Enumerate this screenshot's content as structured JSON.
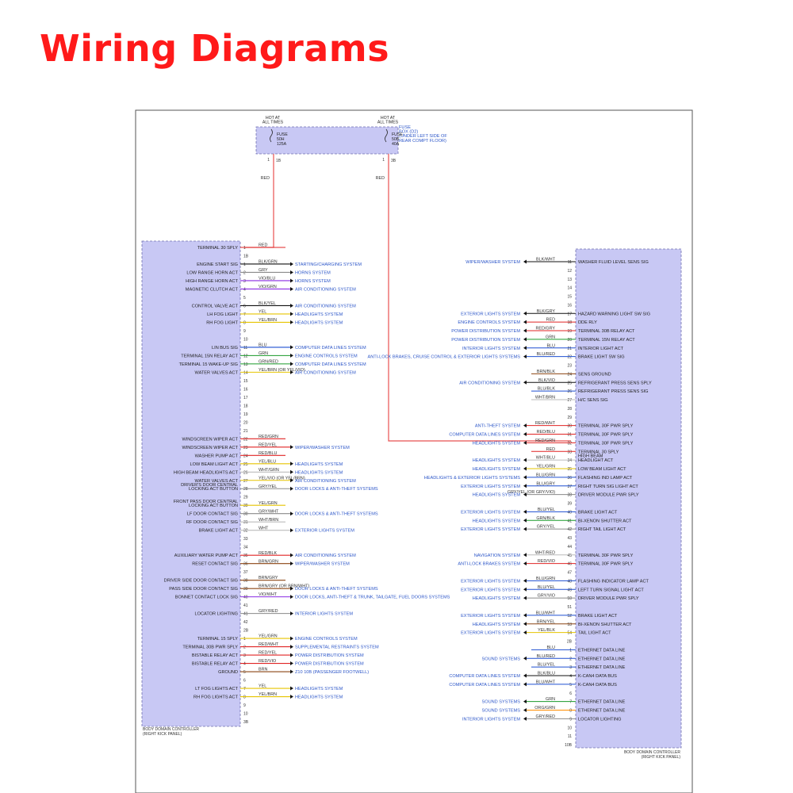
{
  "title": "Wiring Diagrams",
  "colors": {
    "title": "#ff1a1a",
    "module_fill": "#c8c8f4",
    "module_border": "#7070b0",
    "system_text": "#2b55c8",
    "power_wire": "#e85050"
  },
  "fuse_box": {
    "label": [
      "FUSE",
      "BOX (D2)",
      "(UNDER LEFT SIDE OF",
      "REAR COMPT FLOOR)"
    ],
    "fuses": [
      {
        "hot": [
          "HOT AT",
          "ALL TIMES"
        ],
        "label": [
          "FUSE",
          "50H",
          "125A"
        ],
        "pin": "1",
        "conn": "1B",
        "wire_color": "RED"
      },
      {
        "hot": [
          "HOT AT",
          "ALL TIMES"
        ],
        "label": [
          "FUSE",
          "50B",
          "40A"
        ],
        "pin": "1",
        "conn": "3B",
        "wire_color": "RED"
      }
    ]
  },
  "left_module": {
    "name": [
      "BODY DOMAIN CONTROLLER",
      "(RIGHT KICK PANEL)"
    ],
    "rows": [
      {
        "pin": "1",
        "signal": [
          "TERMINAL 30 SPLY"
        ],
        "wire": "RED",
        "system": ""
      },
      {
        "pin": "1B",
        "signal": [],
        "wire": "",
        "system": ""
      },
      {
        "pin": "1",
        "signal": [
          "ENGINE START SIG"
        ],
        "wire": "BLK/GRN",
        "system": "STARTING/CHARGING SYSTEM"
      },
      {
        "pin": "2",
        "signal": [
          "LOW RANGE HORN ACT"
        ],
        "wire": "GRY",
        "system": "HORNS SYSTEM"
      },
      {
        "pin": "3",
        "signal": [
          "HIGH RANGE HORN ACT"
        ],
        "wire": "VIO/BLU",
        "system": "HORNS SYSTEM"
      },
      {
        "pin": "4",
        "signal": [
          "MAGNETIC CLUTCH ACT"
        ],
        "wire": "VIO/GRN",
        "system": "AIR CONDITIONING SYSTEM"
      },
      {
        "pin": "5",
        "signal": [],
        "wire": "",
        "system": ""
      },
      {
        "pin": "6",
        "signal": [
          "CONTROL VALVE ACT"
        ],
        "wire": "BLK/YEL",
        "system": "AIR CONDITIONING SYSTEM"
      },
      {
        "pin": "7",
        "signal": [
          "LH FOG LIGHT"
        ],
        "wire": "YEL",
        "system": "HEADLIGHTS SYSTEM"
      },
      {
        "pin": "8",
        "signal": [
          "RH FOG LIGHT"
        ],
        "wire": "YEL/BRN",
        "system": "HEADLIGHTS SYSTEM"
      },
      {
        "pin": "9",
        "signal": [],
        "wire": "",
        "system": ""
      },
      {
        "pin": "10",
        "signal": [],
        "wire": "",
        "system": ""
      },
      {
        "pin": "11",
        "signal": [
          "LIN BUS SIG"
        ],
        "wire": "BLU",
        "system": "COMPUTER DATA LINES SYSTEM"
      },
      {
        "pin": "12",
        "signal": [
          "TERMINAL 15N RELAY ACT"
        ],
        "wire": "GRN",
        "system": "ENGINE CONTROLS SYSTEM"
      },
      {
        "pin": "13",
        "signal": [
          "TERMINAL 15 WAKE-UP SIG"
        ],
        "wire": "GRN/RED",
        "system": "COMPUTER DATA LINES SYSTEM"
      },
      {
        "pin": "14",
        "signal": [
          "WATER VALVES ACT"
        ],
        "wire": "YEL/BRN (OR YEL/VIO)",
        "system": "AIR CONDITIONING SYSTEM"
      },
      {
        "pin": "15",
        "signal": [],
        "wire": "",
        "system": ""
      },
      {
        "pin": "16",
        "signal": [],
        "wire": "",
        "system": ""
      },
      {
        "pin": "17",
        "signal": [],
        "wire": "",
        "system": ""
      },
      {
        "pin": "18",
        "signal": [],
        "wire": "",
        "system": ""
      },
      {
        "pin": "19",
        "signal": [],
        "wire": "",
        "system": ""
      },
      {
        "pin": "20",
        "signal": [],
        "wire": "",
        "system": ""
      },
      {
        "pin": "21",
        "signal": [],
        "wire": "",
        "system": ""
      },
      {
        "pin": "22",
        "signal": [
          "WINDSCREEN WIPER ACT"
        ],
        "wire": "RED/GRN",
        "system": ""
      },
      {
        "pin": "23",
        "signal": [
          "WINDSCREEN WIPER ACT"
        ],
        "wire": "RED/YEL",
        "system": "WIPER/WASHER SYSTEM"
      },
      {
        "pin": "24",
        "signal": [
          "WASHER PUMP ACT"
        ],
        "wire": "RED/BLU",
        "system": ""
      },
      {
        "pin": "25",
        "signal": [
          "LOW BEAM LIGHT ACT"
        ],
        "wire": "YEL/BLU",
        "system": "HEADLIGHTS SYSTEM"
      },
      {
        "pin": "26",
        "signal": [
          "HIGH BEAM HEADLIGHTS ACT"
        ],
        "wire": "WHT/GRN",
        "system": "HEADLIGHTS SYSTEM"
      },
      {
        "pin": "27",
        "signal": [
          "WATER VALVES ACT"
        ],
        "wire": "YEL/VIO (OR YEL/BRN)",
        "system": "AIR CONDITIONING SYSTEM"
      },
      {
        "pin": "28",
        "signal": [
          "DRIVER'S DOOR CENTRAL",
          "LOCKING ACT BUTTON"
        ],
        "wire": "GRY/YEL",
        "system": "DOOR LOCKS & ANTI-THEFT SYSTEMS"
      },
      {
        "pin": "29",
        "signal": [],
        "wire": "",
        "system": ""
      },
      {
        "pin": "39",
        "signal": [
          "FRONT PASS DOOR CENTRAL",
          "LOCKING ACT BUTTON"
        ],
        "wire": "YEL/GRN",
        "system": ""
      },
      {
        "pin": "30",
        "signal": [
          "LF DOOR CONTACT SIG"
        ],
        "wire": "GRY/WHT",
        "system": "DOOR LOCKS & ANTI-THEFT SYSTEMS"
      },
      {
        "pin": "31",
        "signal": [
          "RF DOOR CONTACT SIG"
        ],
        "wire": "WHT/BRN",
        "system": ""
      },
      {
        "pin": "32",
        "signal": [
          "BRAKE LIGHT ACT"
        ],
        "wire": "WHT",
        "system": "EXTERIOR LIGHTS SYSTEM"
      },
      {
        "pin": "33",
        "signal": [],
        "wire": "",
        "system": ""
      },
      {
        "pin": "34",
        "signal": [],
        "wire": "",
        "system": ""
      },
      {
        "pin": "35",
        "signal": [
          "AUXILIARY WATER PUMP ACT"
        ],
        "wire": "RED/BLK",
        "system": "AIR CONDITIONING SYSTEM"
      },
      {
        "pin": "36",
        "signal": [
          "RESET CONTACT SIG"
        ],
        "wire": "BRN/GRN",
        "system": "WIPER/WASHER SYSTEM"
      },
      {
        "pin": "37",
        "signal": [],
        "wire": "",
        "system": ""
      },
      {
        "pin": "38",
        "signal": [
          "DRIVER SIDE DOOR CONTACT SIG"
        ],
        "wire": "BRN/GRY",
        "system": ""
      },
      {
        "pin": "39",
        "signal": [
          "PASS SIDE DOOR CONTACT SIG"
        ],
        "wire": "BRN/GRY (OR BRN/WHT)",
        "system": "DOOR LOCKS & ANTI-THEFT SYSTEMS"
      },
      {
        "pin": "40",
        "signal": [
          "BONNET CONTACT LOCK SIG"
        ],
        "wire": "VIO/WHT",
        "system": "DOOR LOCKS, ANTI-THEFT & TRUNK, TAILGATE, FUEL DOORS SYSTEMS"
      },
      {
        "pin": "41",
        "signal": [],
        "wire": "",
        "system": ""
      },
      {
        "pin": "41",
        "signal": [
          "LOCATOR LIGHTING"
        ],
        "wire": "GRY/RED",
        "system": "INTERIOR LIGHTS SYSTEM"
      },
      {
        "pin": "42",
        "signal": [],
        "wire": "",
        "system": ""
      },
      {
        "pin": "2B",
        "signal": [],
        "wire": "",
        "system": ""
      },
      {
        "pin": "1",
        "signal": [
          "TERMINAL 15 SPLY"
        ],
        "wire": "YEL/GRN",
        "system": "ENGINE CONTROLS SYSTEM"
      },
      {
        "pin": "2",
        "signal": [
          "TERMINAL 30B PWR SPLY"
        ],
        "wire": "RED/WHT",
        "system": "SUPPLEMENTAL RESTRAINTS SYSTEM"
      },
      {
        "pin": "3",
        "signal": [
          "BISTABLE RELAY ACT"
        ],
        "wire": "RED/YEL",
        "system": "POWER DISTRIBUTION SYSTEM"
      },
      {
        "pin": "4",
        "signal": [
          "BISTABLE RELAY ACT"
        ],
        "wire": "RED/VIO",
        "system": "POWER DISTRIBUTION SYSTEM"
      },
      {
        "pin": "5",
        "signal": [
          "GROUND"
        ],
        "wire": "BRN",
        "system": "Z10 10B (PASSENGER FOOTWELL)"
      },
      {
        "pin": "6",
        "signal": [],
        "wire": "",
        "system": ""
      },
      {
        "pin": "7",
        "signal": [
          "LT FOG LIGHTS ACT"
        ],
        "wire": "YEL",
        "system": "HEADLIGHTS SYSTEM"
      },
      {
        "pin": "8",
        "signal": [
          "RH FOG LIGHTS ACT"
        ],
        "wire": "YEL/BRN",
        "system": "HEADLIGHTS SYSTEM"
      },
      {
        "pin": "9",
        "signal": [],
        "wire": "",
        "system": ""
      },
      {
        "pin": "10",
        "signal": [],
        "wire": "",
        "system": ""
      },
      {
        "pin": "3B",
        "signal": [],
        "wire": "",
        "system": ""
      }
    ]
  },
  "right_module": {
    "name": [
      "BODY DOMAIN CONTROLLER",
      "(RIGHT KICK PANEL)"
    ],
    "rows": [
      {
        "pin": "11",
        "signal": [
          "WASHER FLUID LEVEL SENS SIG"
        ],
        "wire": "BLK/WHT",
        "system": "WIPER/WASHER SYSTEM"
      },
      {
        "pin": "12",
        "signal": [],
        "wire": "",
        "system": ""
      },
      {
        "pin": "13",
        "signal": [],
        "wire": "",
        "system": ""
      },
      {
        "pin": "14",
        "signal": [],
        "wire": "",
        "system": ""
      },
      {
        "pin": "15",
        "signal": [],
        "wire": "",
        "system": ""
      },
      {
        "pin": "16",
        "signal": [],
        "wire": "",
        "system": ""
      },
      {
        "pin": "17",
        "signal": [
          "HAZARD WARNING LIGHT SW SIG"
        ],
        "wire": "BLK/GRY",
        "system": "EXTERIOR LIGHTS SYSTEM"
      },
      {
        "pin": "18",
        "signal": [
          "DDE RLY"
        ],
        "wire": "RED",
        "system": "ENGINE CONTROLS SYSTEM"
      },
      {
        "pin": "19",
        "signal": [
          "TERMINAL 30B RELAY ACT"
        ],
        "wire": "RED/GRY",
        "system": "POWER DISTRIBUTION SYSTEM"
      },
      {
        "pin": "20",
        "signal": [
          "TERMINAL 15N RELAY ACT"
        ],
        "wire": "GRN",
        "system": "POWER DISTRIBUTION SYSTEM"
      },
      {
        "pin": "21",
        "signal": [
          "INTERIOR LIGHT ACT"
        ],
        "wire": "BLU",
        "system": "INTERIOR LIGHTS SYSTEM"
      },
      {
        "pin": "22",
        "signal": [
          "BRAKE LIGHT SW SIG"
        ],
        "wire": "BLU/RED",
        "system": "ANTI-LOCK BRAKES, CRUISE CONTROL & EXTERIOR LIGHTS SYSTEMS"
      },
      {
        "pin": "23",
        "signal": [],
        "wire": "",
        "system": ""
      },
      {
        "pin": "24",
        "signal": [
          "SENS GROUND"
        ],
        "wire": "BRN/BLK",
        "system": ""
      },
      {
        "pin": "25",
        "signal": [
          "REFRIGERANT PRESS SENS SPLY"
        ],
        "wire": "BLK/VIO",
        "system": "AIR CONDITIONING SYSTEM"
      },
      {
        "pin": "26",
        "signal": [
          "REFRIGERANT PRESS SENS SIG"
        ],
        "wire": "BLU/BLK",
        "system": ""
      },
      {
        "pin": "27",
        "signal": [
          "H/C SENS SIG"
        ],
        "wire": "WHT/BRN",
        "system": ""
      },
      {
        "pin": "28",
        "signal": [],
        "wire": "",
        "system": ""
      },
      {
        "pin": "29",
        "signal": [],
        "wire": "",
        "system": ""
      },
      {
        "pin": "30",
        "signal": [
          "TERMINAL 30F PWR SPLY"
        ],
        "wire": "RED/WHT",
        "system": "ANTI-THEFT SYSTEM"
      },
      {
        "pin": "31",
        "signal": [
          "TERMINAL 30F PWR SPLY"
        ],
        "wire": "RED/BLU",
        "system": "COMPUTER DATA LINES SYSTEM"
      },
      {
        "pin": "32",
        "signal": [
          "TERMINAL 30F PWR SPLY"
        ],
        "wire": "RED/GRN",
        "system": "HEADLIGHTS SYSTEM"
      },
      {
        "pin": "33",
        "signal": [
          "TERMINAL 30 SPLY"
        ],
        "wire": "RED",
        "system": ""
      },
      {
        "pin": "34",
        "signal": [
          "HIGH BEAM",
          "HEADLIGHT ACT"
        ],
        "wire": "WHT/BLU",
        "system": "HEADLIGHTS SYSTEM"
      },
      {
        "pin": "35",
        "signal": [
          "LOW BEAM LIGHT ACT"
        ],
        "wire": "YEL/GRN",
        "system": "HEADLIGHTS SYSTEM"
      },
      {
        "pin": "36",
        "signal": [
          "FLASHING IND LAMP ACT"
        ],
        "wire": "BLU/GRN",
        "system": "HEADLIGHTS & EXTERIOR LIGHTS SYSTEMS"
      },
      {
        "pin": "37",
        "signal": [
          "RIGHT TURN SIG LIGHT ACT"
        ],
        "wire": "BLU/GRY",
        "system": "EXTERIOR LIGHTS SYSTEM"
      },
      {
        "pin": "38",
        "signal": [
          "DRIVER MODULE PWR SPLY"
        ],
        "wire": "GRY/YEL (OR GRY/VIO)",
        "system": "HEADLIGHTS SYSTEM"
      },
      {
        "pin": "39",
        "signal": [],
        "wire": "",
        "system": ""
      },
      {
        "pin": "40",
        "signal": [
          "BRAKE LIGHT ACT"
        ],
        "wire": "BLU/YEL",
        "system": "EXTERIOR LIGHTS SYSTEM"
      },
      {
        "pin": "41",
        "signal": [
          "BI-XENON SHUTTER ACT"
        ],
        "wire": "GRN/BLK",
        "system": "HEADLIGHTS SYSTEM"
      },
      {
        "pin": "42",
        "signal": [
          "RIGHT TAIL LIGHT ACT"
        ],
        "wire": "GRY/YEL",
        "system": "EXTERIOR LIGHTS SYSTEM"
      },
      {
        "pin": "43",
        "signal": [],
        "wire": "",
        "system": ""
      },
      {
        "pin": "44",
        "signal": [],
        "wire": "",
        "system": ""
      },
      {
        "pin": "45",
        "signal": [
          "TERMINAL 30F PWR SPLY"
        ],
        "wire": "WHT/RED",
        "system": "NAVIGATION SYSTEM"
      },
      {
        "pin": "46",
        "signal": [
          "TERMINAL 30F PWR SPLY"
        ],
        "wire": "RED/VIO",
        "system": "ANTI-LOCK BRAKES SYSTEM"
      },
      {
        "pin": "47",
        "signal": [],
        "wire": "",
        "system": ""
      },
      {
        "pin": "48",
        "signal": [
          "FLASHING INDICATOR LAMP ACT"
        ],
        "wire": "BLU/GRN",
        "system": "EXTERIOR LIGHTS SYSTEM"
      },
      {
        "pin": "49",
        "signal": [
          "LEFT TURN SIGNAL LIGHT ACT"
        ],
        "wire": "BLU/YEL",
        "system": "EXTERIOR LIGHTS SYSTEM"
      },
      {
        "pin": "50",
        "signal": [
          "DRIVER MODULE PWR SPLY"
        ],
        "wire": "GRY/VIO",
        "system": "HEADLIGHTS SYSTEM"
      },
      {
        "pin": "51",
        "signal": [],
        "wire": "",
        "system": ""
      },
      {
        "pin": "52",
        "signal": [
          "BRAKE LIGHT ACT"
        ],
        "wire": "BLU/WHT",
        "system": "EXTERIOR LIGHTS SYSTEM"
      },
      {
        "pin": "53",
        "signal": [
          "BI-XENON SHUTTER ACT"
        ],
        "wire": "BRN/YEL",
        "system": "HEADLIGHTS SYSTEM"
      },
      {
        "pin": "54",
        "signal": [
          "TAIL LIGHT ACT"
        ],
        "wire": "YEL/BLK",
        "system": "EXTERIOR LIGHTS SYSTEM"
      },
      {
        "pin": "2B",
        "signal": [],
        "wire": "",
        "system": ""
      },
      {
        "pin": "1",
        "signal": [
          "ETHERNET DATA LINE"
        ],
        "wire": "BLU",
        "system": ""
      },
      {
        "pin": "2",
        "signal": [
          "ETHERNET DATA LINE"
        ],
        "wire": "BLU/RED",
        "system": "SOUND SYSTEMS"
      },
      {
        "pin": "3",
        "signal": [
          "ETHERNET DATA LINE"
        ],
        "wire": "BLU/YEL",
        "system": ""
      },
      {
        "pin": "4",
        "signal": [
          "K-CAN4 DATA BUS"
        ],
        "wire": "BLK/BLU",
        "system": "COMPUTER DATA LINES SYSTEM"
      },
      {
        "pin": "5",
        "signal": [
          "K-CAN4 DATA BUS"
        ],
        "wire": "BLU/WHT",
        "system": "COMPUTER DATA LINES SYSTEM"
      },
      {
        "pin": "6",
        "signal": [],
        "wire": "",
        "system": ""
      },
      {
        "pin": "7",
        "signal": [
          "ETHERNET DATA LINE"
        ],
        "wire": "GRN",
        "system": "SOUND SYSTEMS"
      },
      {
        "pin": "8",
        "signal": [
          "ETHERNET DATA LINE"
        ],
        "wire": "ORG/GRN",
        "system": "SOUND SYSTEMS"
      },
      {
        "pin": "9",
        "signal": [
          "LOCATOR LIGHTING"
        ],
        "wire": "GRY/RED",
        "system": "INTERIOR LIGHTS SYSTEM"
      },
      {
        "pin": "10",
        "signal": [],
        "wire": "",
        "system": ""
      },
      {
        "pin": "11",
        "signal": [],
        "wire": "",
        "system": ""
      },
      {
        "pin": "10B",
        "signal": [],
        "wire": "",
        "system": ""
      }
    ]
  }
}
